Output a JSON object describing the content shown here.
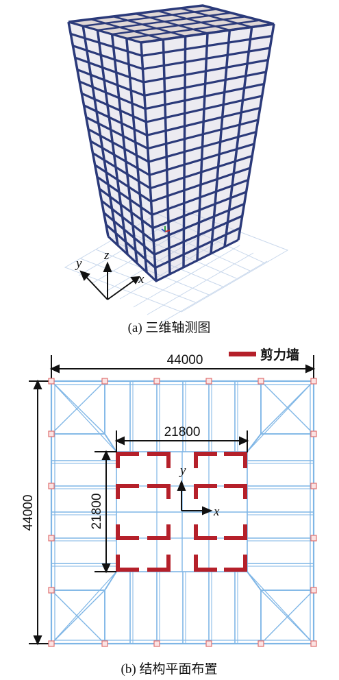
{
  "view3d": {
    "axis_y": "y",
    "axis_z": "z",
    "axis_x": "x",
    "caption": "(a) 三维轴测图"
  },
  "plan": {
    "legend_label": "剪力墙",
    "outer_width_dim": "44000",
    "outer_height_dim": "44000",
    "core_width_dim": "21800",
    "core_height_dim": "21800",
    "axis_y": "y",
    "axis_x": "x",
    "caption": "(b) 结构平面布置"
  },
  "colors": {
    "frame": "#2b3a7a",
    "beam_plan": "#7fb6e6",
    "shear_wall": "#b5202a",
    "column_marker": "#e07070"
  }
}
